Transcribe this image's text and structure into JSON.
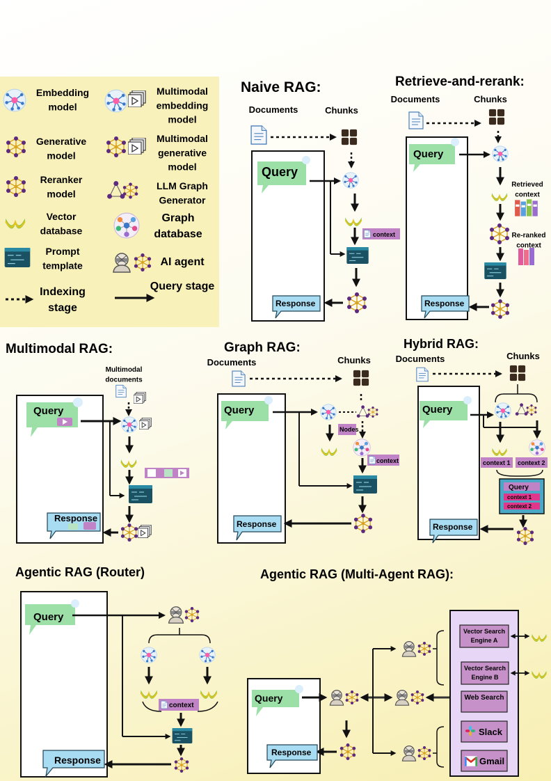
{
  "legend": {
    "embedding": "Embedding model",
    "generative": "Generative model",
    "reranker": "Reranker model",
    "vector_db": "Vector database",
    "prompt": "Prompt template",
    "indexing": "Indexing stage",
    "mm_embedding": "Multimodal embedding model",
    "mm_generative": "Multimodal generative model",
    "llm_graph": "LLM Graph Generator",
    "graph_db": "Graph database",
    "agent": "AI agent",
    "query_stage": "Query stage"
  },
  "titles": {
    "naive": "Naive RAG:",
    "rerank": "Retrieve-and-rerank:",
    "multimodal": "Multimodal RAG:",
    "graph": "Graph RAG:",
    "hybrid": "Hybrid RAG:",
    "router": "Agentic RAG (Router)",
    "multi_agent": "Agentic RAG (Multi-Agent RAG):"
  },
  "labels": {
    "documents": "Documents",
    "chunks": "Chunks",
    "query": "Query",
    "response": "Response",
    "context": "context",
    "retrieved_context": "Retrieved context",
    "reranked_context": "Re-ranked context",
    "multimodal_documents": "Multimodal documents",
    "nodes": "Nodes",
    "context1": "context 1",
    "context2": "context 2",
    "vector_search_a": "Vector Search Engine A",
    "vector_search_b": "Vector Search Engine B",
    "web_search": "Web Search",
    "slack": "Slack",
    "gmail": "Gmail"
  },
  "colors": {
    "query_bubble": "#9ce0a8",
    "response_bubble": "#a8dcf2",
    "context_tag": "#c084c6",
    "prompt_template": "#1b5263",
    "vector_db": "#8cc63f",
    "embedding": "#ff5fa8",
    "generative_node": "#5c2a7e",
    "tool_panel": "#e8d6f6",
    "tool_box": "#c690c9"
  },
  "icons": [
    "document-icon",
    "chunks-icon",
    "embedding-model-icon",
    "generative-model-icon",
    "reranker-model-icon",
    "vector-database-icon",
    "prompt-template-icon",
    "graph-database-icon",
    "ai-agent-icon",
    "multimodal-icon",
    "slack-icon",
    "gmail-icon"
  ]
}
